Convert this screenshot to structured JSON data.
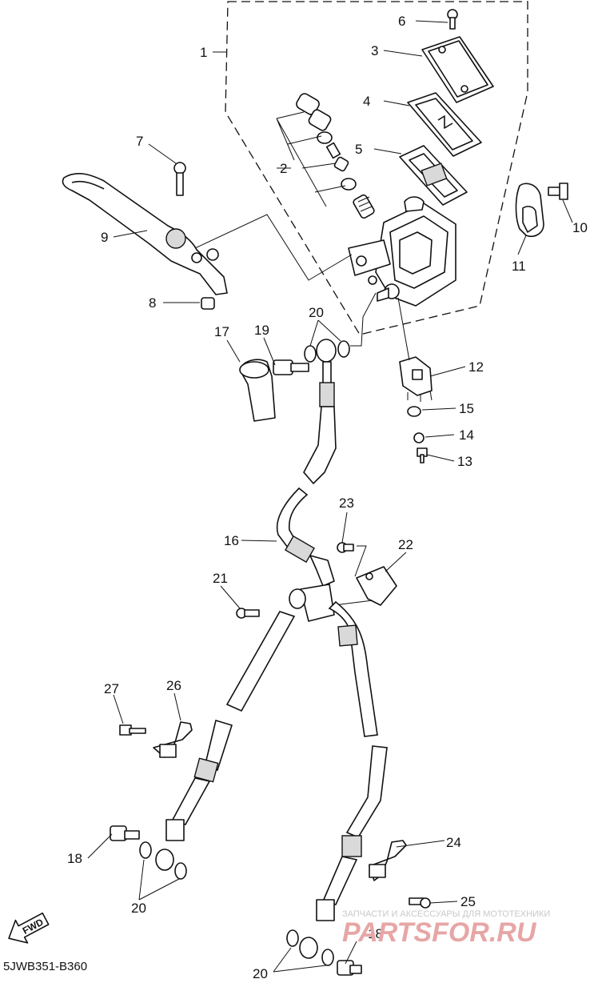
{
  "callouts": [
    {
      "id": "c1",
      "text": "1"
    },
    {
      "id": "c2",
      "text": "2"
    },
    {
      "id": "c3",
      "text": "3"
    },
    {
      "id": "c4",
      "text": "4"
    },
    {
      "id": "c5",
      "text": "5"
    },
    {
      "id": "c6",
      "text": "6"
    },
    {
      "id": "c7",
      "text": "7"
    },
    {
      "id": "c8",
      "text": "8"
    },
    {
      "id": "c9",
      "text": "9"
    },
    {
      "id": "c10",
      "text": "10"
    },
    {
      "id": "c11",
      "text": "11"
    },
    {
      "id": "c12",
      "text": "12"
    },
    {
      "id": "c13",
      "text": "13"
    },
    {
      "id": "c14",
      "text": "14"
    },
    {
      "id": "c15",
      "text": "15"
    },
    {
      "id": "c16",
      "text": "16"
    },
    {
      "id": "c17",
      "text": "17"
    },
    {
      "id": "c18a",
      "text": "18"
    },
    {
      "id": "c18b",
      "text": "18"
    },
    {
      "id": "c19",
      "text": "19"
    },
    {
      "id": "c20a",
      "text": "20"
    },
    {
      "id": "c20b",
      "text": "20"
    },
    {
      "id": "c20c",
      "text": "20"
    },
    {
      "id": "c21",
      "text": "21"
    },
    {
      "id": "c22",
      "text": "22"
    },
    {
      "id": "c23",
      "text": "23"
    },
    {
      "id": "c24",
      "text": "24"
    },
    {
      "id": "c25",
      "text": "25"
    },
    {
      "id": "c26",
      "text": "26"
    },
    {
      "id": "c27",
      "text": "27"
    }
  ],
  "diagram_code": "5JWB351-B360",
  "fwd_label": "FWD",
  "watermark": {
    "top_line": "ЗАПЧАСТИ И АКСЕССУАРЫ ДЛЯ МОТОТЕХНИКИ",
    "brand": "PARTSFOR.RU"
  }
}
